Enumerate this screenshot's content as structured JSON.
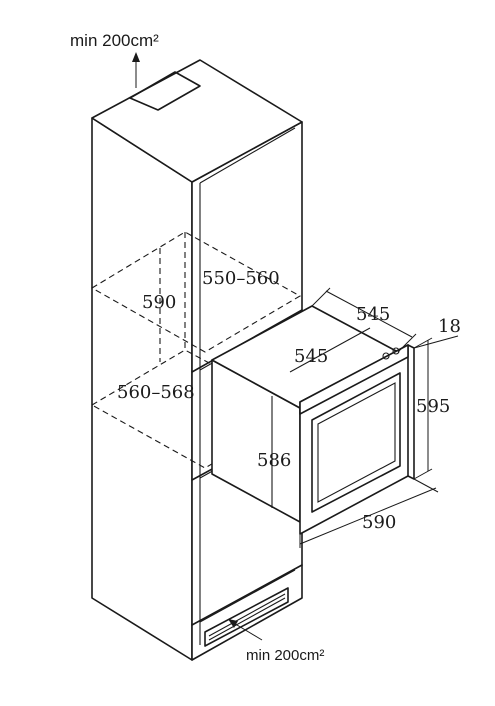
{
  "vent_top": {
    "label": "min 200cm²"
  },
  "vent_bottom": {
    "label": "min 200cm²"
  },
  "niche": {
    "height": "590",
    "depth": "550–560",
    "width": "560–568"
  },
  "appliance": {
    "depth_top": "545",
    "depth_side": "545",
    "door_thickness": "18",
    "height": "595",
    "width": "590",
    "body_height": "586"
  }
}
